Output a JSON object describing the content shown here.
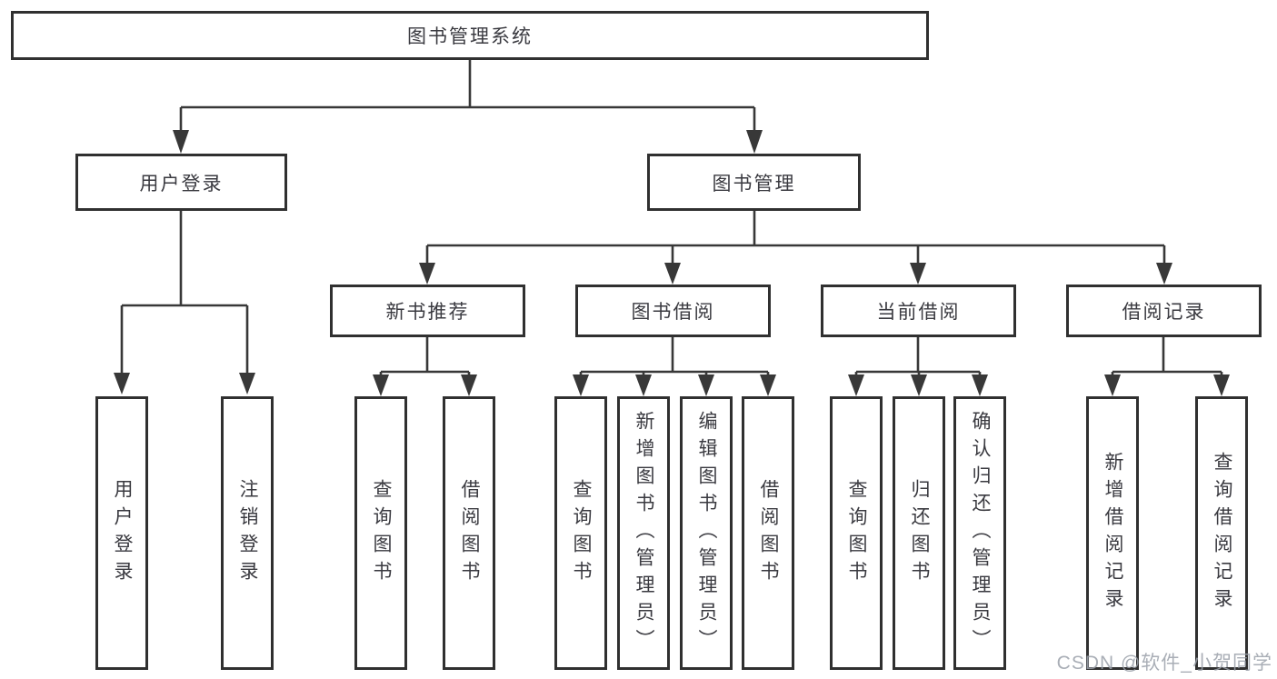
{
  "diagram": {
    "root": {
      "label": "图书管理系统"
    },
    "login_branch": {
      "label": "用户登录",
      "children": [
        "用户登录",
        "注销登录"
      ]
    },
    "mgmt_branch": {
      "label": "图书管理",
      "groups": [
        {
          "label": "新书推荐",
          "children": [
            "查询图书",
            "借阅图书"
          ]
        },
        {
          "label": "图书借阅",
          "children": [
            "查询图书",
            "新增图书（管理员）",
            "编辑图书（管理员）",
            "借阅图书"
          ]
        },
        {
          "label": "当前借阅",
          "children": [
            "查询图书",
            "归还图书",
            "确认归还（管理员）"
          ]
        },
        {
          "label": "借阅记录",
          "children": [
            "新增借阅记录",
            "查询借阅记录"
          ]
        }
      ]
    }
  },
  "watermark": {
    "text": "CSDN @软件_小贺同学"
  },
  "colors": {
    "line": "#383838",
    "box_border": "#303030",
    "text": "#3a3a40",
    "background": "#ffffff",
    "watermark": "#9aa0a9"
  }
}
